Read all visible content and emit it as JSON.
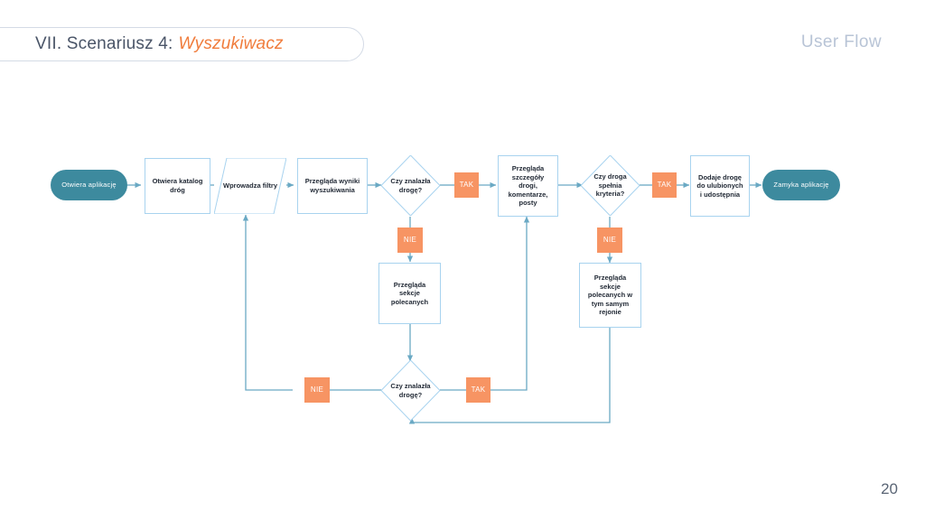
{
  "header": {
    "title_prefix": "VII. Scenariusz 4:",
    "title_emphasis": "Wyszukiwacz",
    "right_label": "User Flow"
  },
  "footer": {
    "page_number": "20"
  },
  "colors": {
    "terminator": "#3d8a9e",
    "node_border": "#a8d3ef",
    "tag": "#f79463",
    "edge": "#6aa9c4",
    "accent_orange": "#f07c3c",
    "header_muted": "#b8c4d6"
  },
  "flow": {
    "nodes": [
      {
        "id": "start",
        "type": "terminator",
        "label": "Otwiera aplikację"
      },
      {
        "id": "catalog",
        "type": "process",
        "label": "Otwiera katalog dróg"
      },
      {
        "id": "filters",
        "type": "input",
        "label": "Wprowadza filtry"
      },
      {
        "id": "results",
        "type": "process",
        "label": "Przegląda wyniki wyszukiwania"
      },
      {
        "id": "found1",
        "type": "decision",
        "label": "Czy znalazła drogę?"
      },
      {
        "id": "details",
        "type": "process",
        "label": "Przegląda szczegóły drogi, komentarze, posty"
      },
      {
        "id": "criteria",
        "type": "decision",
        "label": "Czy droga spełnia kryteria?"
      },
      {
        "id": "favorites",
        "type": "process",
        "label": "Dodaje drogę do ulubionych i udostępnia"
      },
      {
        "id": "end",
        "type": "terminator",
        "label": "Zamyka aplikację"
      },
      {
        "id": "recommended",
        "type": "process",
        "label": "Przegląda sekcje polecanych"
      },
      {
        "id": "recommended2",
        "type": "process",
        "label": "Przegląda sekcje polecanych w tym samym rejonie"
      },
      {
        "id": "found2",
        "type": "decision",
        "label": "Czy znalazła drogę?"
      }
    ],
    "tags": [
      {
        "id": "tag-yes-1",
        "label": "TAK"
      },
      {
        "id": "tag-no-1",
        "label": "NIE"
      },
      {
        "id": "tag-yes-2",
        "label": "TAK"
      },
      {
        "id": "tag-no-2",
        "label": "NIE"
      },
      {
        "id": "tag-no-3",
        "label": "NIE"
      },
      {
        "id": "tag-yes-3",
        "label": "TAK"
      }
    ]
  }
}
